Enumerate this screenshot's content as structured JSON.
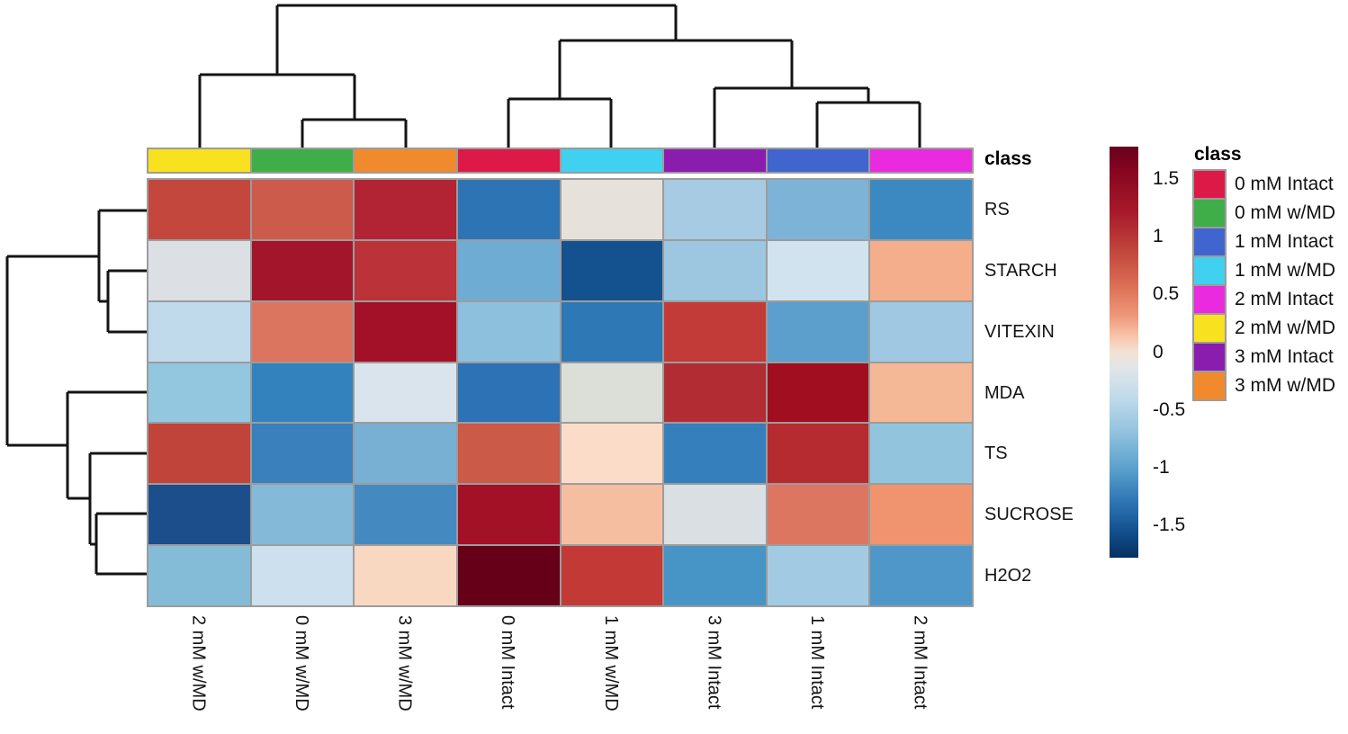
{
  "figure": {
    "background": "#FFFFFF"
  },
  "annotation_bar": {
    "label": "class",
    "classes": [
      {
        "label": "2 mM w/MD",
        "color": "#F8E11E"
      },
      {
        "label": "0 mM w/MD",
        "color": "#3FAE49"
      },
      {
        "label": "3 mM w/MD",
        "color": "#F08A2D"
      },
      {
        "label": "0 mM Intact",
        "color": "#DD1A47"
      },
      {
        "label": "1 mM w/MD",
        "color": "#3FD1EF"
      },
      {
        "label": "3 mM Intact",
        "color": "#8A1DAE"
      },
      {
        "label": "1 mM Intact",
        "color": "#4165CE"
      },
      {
        "label": "2 mM Intact",
        "color": "#E92ADF"
      }
    ]
  },
  "heatmap": {
    "grid_color": "#9C9C9C",
    "row_labels": [
      "RS",
      "STARCH",
      "VITEXIN",
      "MDA",
      "TS",
      "SUCROSE",
      "H2O2"
    ],
    "column_labels": [
      "2 mM w/MD",
      "0 mM w/MD",
      "3 mM w/MD",
      "0 mM Intact",
      "1 mM w/MD",
      "3 mM Intact",
      "1 mM Intact",
      "2 mM Intact"
    ],
    "cell_colors": [
      [
        "#C4473E",
        "#CD5B4C",
        "#B22433",
        "#2C74B4",
        "#E7E1DC",
        "#A6CBE3",
        "#7EB3D8",
        "#3C88C0"
      ],
      [
        "#DCE0E4",
        "#A3152B",
        "#BB3238",
        "#6FACD4",
        "#14528F",
        "#9DC6E0",
        "#D2E3F0",
        "#F4AE8C"
      ],
      [
        "#C0DAEC",
        "#DB7560",
        "#A21127",
        "#8DC0DC",
        "#2E78B6",
        "#C23B38",
        "#5C9FCC",
        "#A0C8E2"
      ],
      [
        "#93C6DF",
        "#3381BD",
        "#DAE4ED",
        "#2C72B4",
        "#DCDED8",
        "#B22C34",
        "#A00E20",
        "#F5B896"
      ],
      [
        "#C1443A",
        "#3A80BC",
        "#78B0D4",
        "#CC5A48",
        "#FADCC8",
        "#3580BC",
        "#B62B30",
        "#93C4DE"
      ],
      [
        "#1C4E8C",
        "#85B9D8",
        "#4489C0",
        "#A31126",
        "#F6BEA0",
        "#D9DFE3",
        "#DC7660",
        "#F09470"
      ],
      [
        "#84BCD8",
        "#CCE0EE",
        "#F8D8C0",
        "#650018",
        "#C23936",
        "#4794C6",
        "#A2CBE3",
        "#4F97C8"
      ]
    ]
  },
  "colorbar": {
    "domain_min": -1.78,
    "domain_max": 1.78,
    "ticks": [
      {
        "label": "1.5",
        "value": 1.5
      },
      {
        "label": "1",
        "value": 1.0
      },
      {
        "label": "0.5",
        "value": 0.5
      },
      {
        "label": "0",
        "value": 0.0
      },
      {
        "label": "-0.5",
        "value": -0.5
      },
      {
        "label": "-1",
        "value": -1.0
      },
      {
        "label": "-1.5",
        "value": -1.5
      }
    ],
    "gradient_stops": [
      "#67001F 0%",
      "#87061F 6%",
      "#A81A2B 16%",
      "#C0443C 25%",
      "#D96A52 33%",
      "#EE9678 41%",
      "#F7C3A8 46%",
      "#F2E2D4 50%",
      "#E0E6E8 54%",
      "#BBD8EA 62%",
      "#8FC0DE 70%",
      "#569DCB 79%",
      "#2C72B2 87%",
      "#114E8B 94%",
      "#053061 100%"
    ]
  },
  "legend": {
    "title": "class",
    "items": [
      {
        "label": "0 mM Intact",
        "color": "#DD1A47"
      },
      {
        "label": "0 mM w/MD",
        "color": "#3FAE49"
      },
      {
        "label": "1 mM Intact",
        "color": "#4165CE"
      },
      {
        "label": "1 mM w/MD",
        "color": "#3FD1EF"
      },
      {
        "label": "2 mM Intact",
        "color": "#E92ADF"
      },
      {
        "label": "2 mM w/MD",
        "color": "#F8E11E"
      },
      {
        "label": "3 mM Intact",
        "color": "#8A1DAE"
      },
      {
        "label": "3 mM w/MD",
        "color": "#F08A2D"
      }
    ]
  },
  "dendrograms": {
    "stroke": "#141414",
    "stroke_width": 3,
    "top_segments": [
      [
        336,
        164,
        336,
        133
      ],
      [
        451,
        164,
        451,
        133
      ],
      [
        336,
        133,
        451,
        133
      ],
      [
        222,
        164,
        222,
        83
      ],
      [
        394,
        133,
        394,
        83
      ],
      [
        222,
        83,
        394,
        83
      ],
      [
        565,
        164,
        565,
        110
      ],
      [
        679,
        164,
        679,
        110
      ],
      [
        565,
        110,
        679,
        110
      ],
      [
        908,
        164,
        908,
        114
      ],
      [
        1022,
        164,
        1022,
        114
      ],
      [
        908,
        114,
        1022,
        114
      ],
      [
        794,
        164,
        794,
        98
      ],
      [
        965,
        114,
        965,
        98
      ],
      [
        794,
        98,
        965,
        98
      ],
      [
        622,
        110,
        622,
        45
      ],
      [
        880,
        98,
        880,
        45
      ],
      [
        622,
        45,
        880,
        45
      ],
      [
        308,
        83,
        308,
        6
      ],
      [
        751,
        45,
        751,
        6
      ],
      [
        308,
        6,
        751,
        6
      ]
    ],
    "left_segments": [
      [
        163,
        234,
        110,
        234
      ],
      [
        163,
        301,
        120,
        301
      ],
      [
        163,
        369,
        120,
        369
      ],
      [
        120,
        301,
        120,
        369
      ],
      [
        120,
        335,
        110,
        335
      ],
      [
        110,
        234,
        110,
        335
      ],
      [
        163,
        436,
        75,
        436
      ],
      [
        163,
        504,
        100,
        504
      ],
      [
        163,
        571,
        107,
        571
      ],
      [
        163,
        638,
        107,
        638
      ],
      [
        107,
        571,
        107,
        638
      ],
      [
        107,
        605,
        100,
        605
      ],
      [
        100,
        504,
        100,
        605
      ],
      [
        100,
        554,
        75,
        554
      ],
      [
        75,
        436,
        75,
        554
      ],
      [
        110,
        285,
        8,
        285
      ],
      [
        75,
        495,
        8,
        495
      ],
      [
        8,
        285,
        8,
        495
      ]
    ]
  },
  "chart_data": {
    "type": "heatmap",
    "title": "",
    "rows": [
      "RS",
      "STARCH",
      "VITEXIN",
      "MDA",
      "TS",
      "SUCROSE",
      "H2O2"
    ],
    "columns": [
      "2 mM w/MD",
      "0 mM w/MD",
      "3 mM w/MD",
      "0 mM Intact",
      "1 mM w/MD",
      "3 mM Intact",
      "1 mM Intact",
      "2 mM Intact"
    ],
    "values": [
      [
        1.05,
        0.9,
        1.3,
        -1.15,
        0.05,
        -0.5,
        -0.75,
        -1.0
      ],
      [
        -0.05,
        1.45,
        1.2,
        -0.75,
        -1.6,
        -0.55,
        -0.25,
        0.45
      ],
      [
        -0.35,
        0.7,
        1.5,
        -0.6,
        -1.1,
        1.1,
        -0.85,
        -0.5
      ],
      [
        -0.6,
        -1.05,
        -0.15,
        -1.15,
        0.0,
        1.25,
        1.55,
        0.35
      ],
      [
        1.05,
        -1.05,
        -0.75,
        0.85,
        0.2,
        -1.1,
        1.25,
        -0.6
      ],
      [
        -1.55,
        -0.65,
        -1.0,
        1.45,
        0.35,
        -0.1,
        0.7,
        0.55
      ],
      [
        -0.65,
        -0.25,
        0.3,
        1.78,
        1.1,
        -0.9,
        -0.5,
        -0.9
      ]
    ],
    "value_domain": [
      -1.78,
      1.78
    ],
    "colormap": "blue-white-red diverging (RdBu reversed)",
    "legend_title": "class",
    "colorbar_ticks": [
      1.5,
      1,
      0.5,
      0,
      -0.5,
      -1,
      -1.5
    ],
    "column_cluster_tree": "((2 mM w/MD,(0 mM w/MD,3 mM w/MD)),((0 mM Intact,1 mM w/MD),(3 mM Intact,(1 mM Intact,2 mM Intact))))",
    "row_cluster_tree": "((RS,(STARCH,VITEXIN)),(MDA,(TS,(SUCROSE,H2O2))))"
  }
}
